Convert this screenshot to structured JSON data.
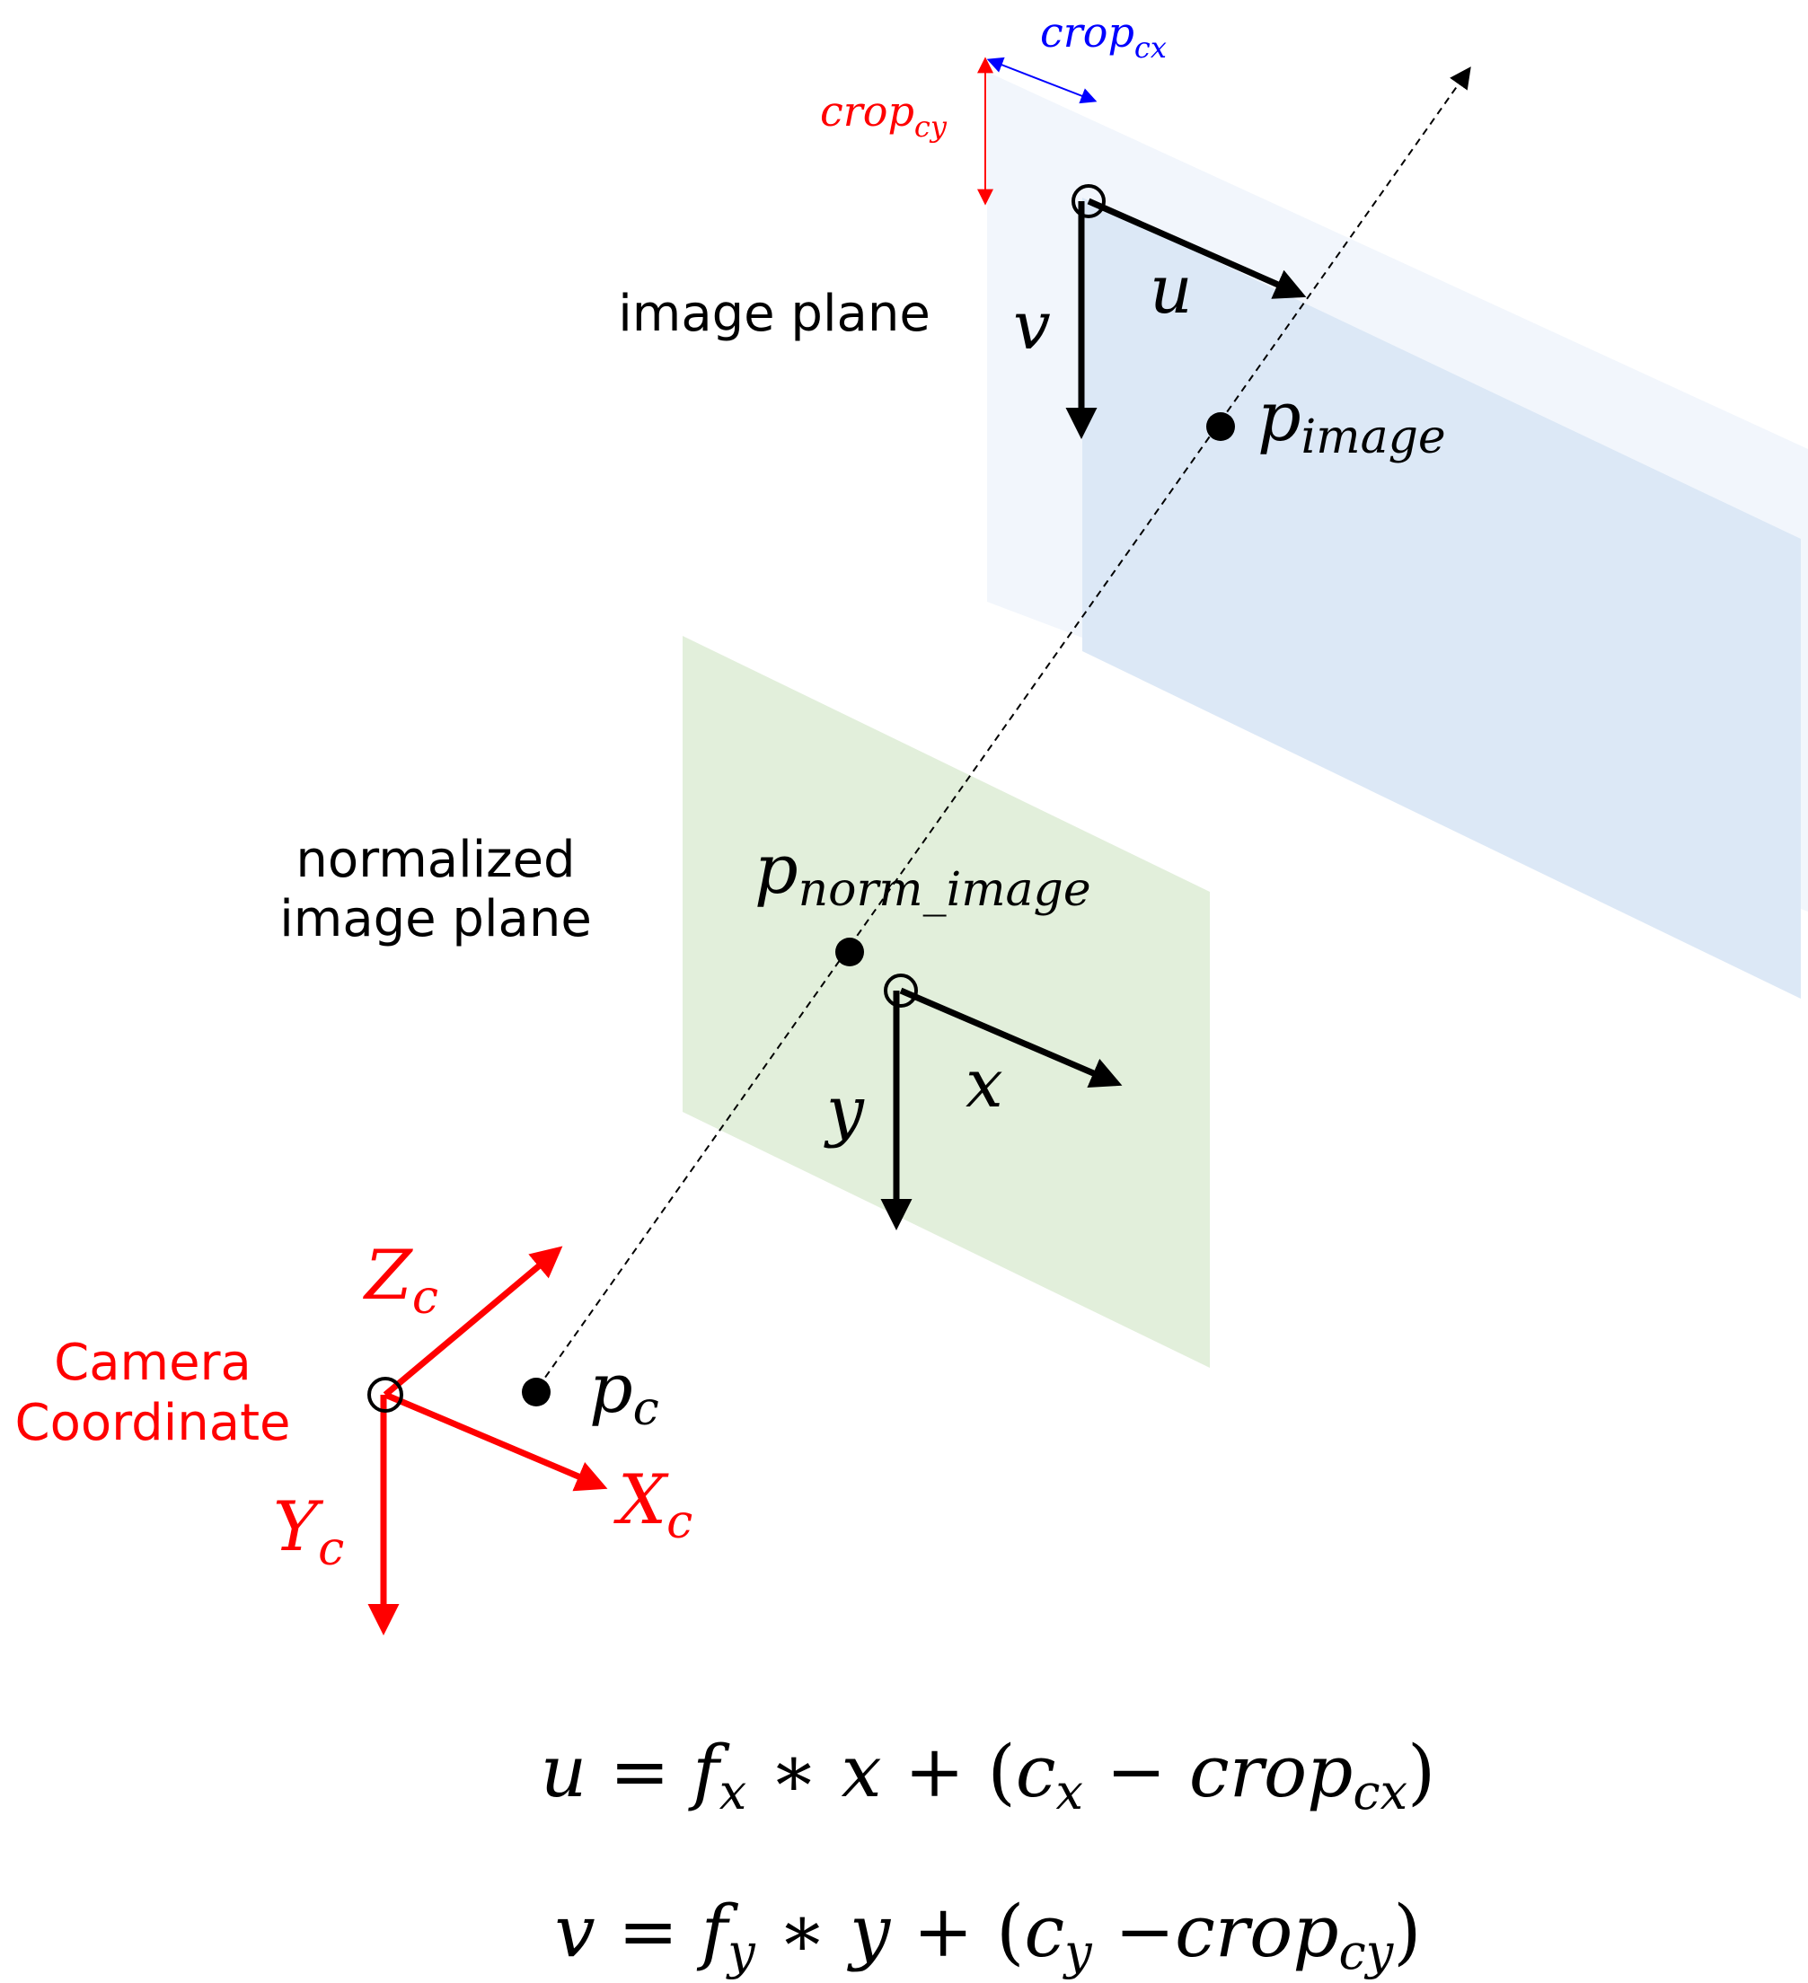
{
  "colors": {
    "image_plane_fill": "#dce8f6",
    "image_plane_crop_fill": "#f2f6fc",
    "norm_plane_fill": "#e2efdb",
    "camera_axes": "#ff0000",
    "crop_cx_arrow": "#0000ff",
    "crop_cy_arrow": "#ff0000",
    "frame_axes": "#000000"
  },
  "labels": {
    "image_plane": "image plane",
    "normalized_image_plane_line1": "normalized",
    "normalized_image_plane_line2": "image plane",
    "camera_coordinate_line1": "Camera",
    "camera_coordinate_line2": "Coordinate"
  },
  "crop": {
    "cx": {
      "base": "crop",
      "sub": "cx"
    },
    "cy": {
      "base": "crop",
      "sub": "cy"
    }
  },
  "image_axes": {
    "u": "u",
    "v": "v"
  },
  "norm_axes": {
    "x": "x",
    "y": "y"
  },
  "camera_axes": {
    "z": {
      "base": "Z",
      "sub": "c"
    },
    "x": {
      "base": "X",
      "sub": "c"
    },
    "y": {
      "base": "Y",
      "sub": "c"
    }
  },
  "points": {
    "p_image": {
      "base": "p",
      "sub": "image"
    },
    "p_norm_image": {
      "base": "p",
      "sub": "norm_image"
    },
    "p_c": {
      "base": "p",
      "sub": "c"
    }
  },
  "equations": {
    "u": {
      "lhs": "u",
      "eq": "=",
      "f": "f",
      "f_sub": "x",
      "times": "∗",
      "var": "x",
      "plus": "+",
      "open": "(",
      "c": "c",
      "c_sub": "x",
      "minus": "−",
      "crop": "crop",
      "crop_sub": "cx",
      "close": ")"
    },
    "v": {
      "lhs": "v",
      "eq": "=",
      "f": "f",
      "f_sub": "y",
      "times": "∗",
      "var": "y",
      "plus": "+",
      "open": "(",
      "c": "c",
      "c_sub": "y",
      "minus": "−",
      "crop": "crop",
      "crop_sub": "cy",
      "close": ")"
    }
  }
}
